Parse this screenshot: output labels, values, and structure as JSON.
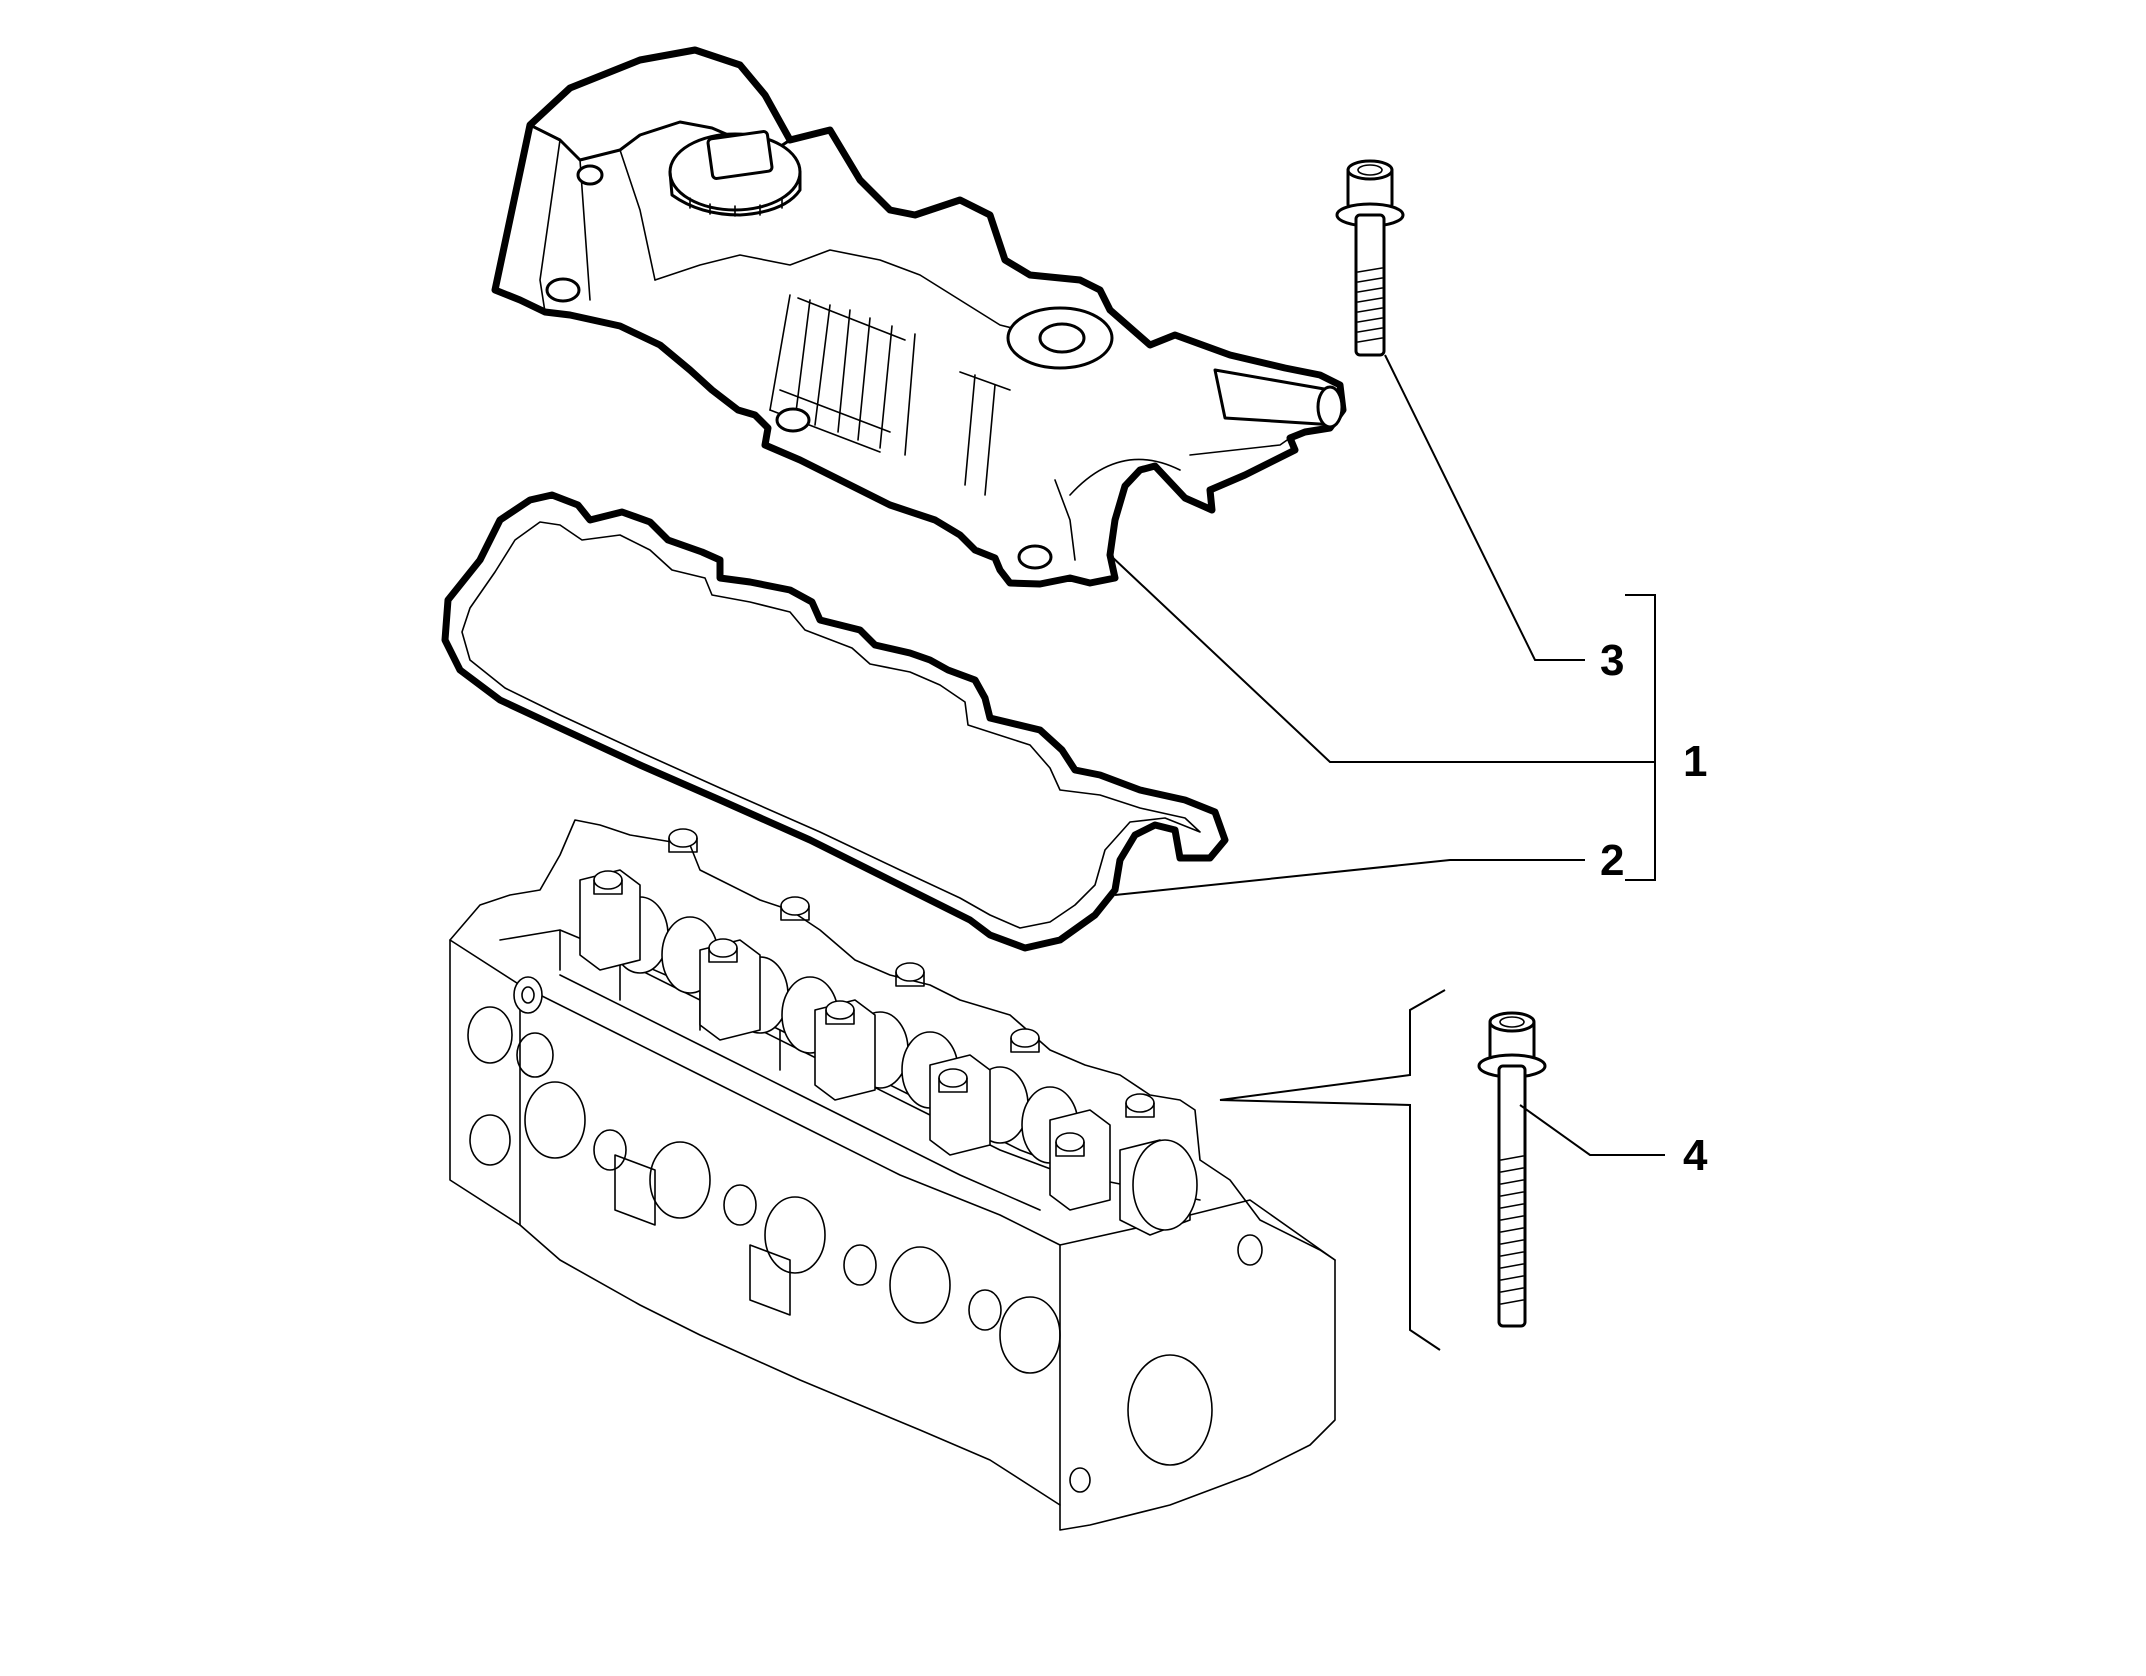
{
  "colors": {
    "line": "#000000",
    "background": "#ffffff"
  },
  "callouts": [
    {
      "id": "1",
      "label": "1"
    },
    {
      "id": "2",
      "label": "2"
    },
    {
      "id": "3",
      "label": "3"
    },
    {
      "id": "4",
      "label": "4"
    }
  ]
}
